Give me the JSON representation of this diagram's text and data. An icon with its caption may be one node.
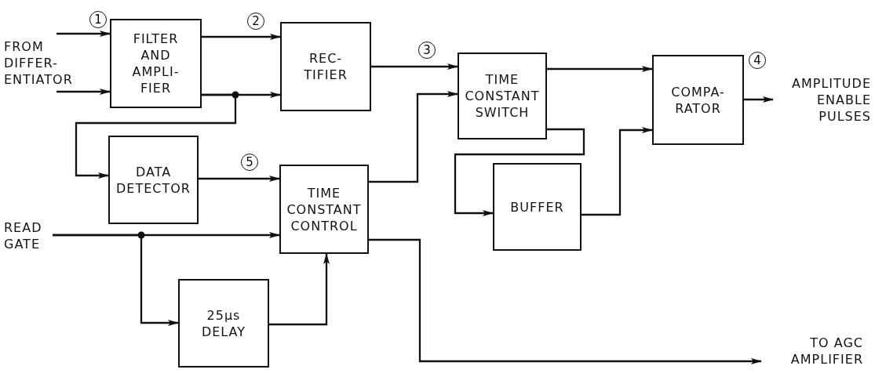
{
  "diagram": {
    "nodes": [
      {
        "text": [
          "FROM DIFFER- ENTIATOR"
        ]
      },
      {
        "text": [
          "FILTER AND AMPLI- FIER"
        ]
      },
      {
        "text": [
          "REC- TIFIER"
        ]
      },
      {
        "text": [
          "TIME CONSTANT SWITCH"
        ]
      },
      {
        "text": [
          "COMPA- RATOR"
        ]
      },
      {
        "text": [
          "AMPLITUDE ENABLE PULSES"
        ]
      },
      {
        "text": [
          "DATA DETECTOR"
        ]
      },
      {
        "text": [
          "TIME CONSTANT CONTROL"
        ]
      },
      {
        "text": [
          "BUFFER"
        ]
      },
      {
        "text": [
          "READ GATE"
        ]
      },
      {
        "text": [
          "25μs DELAY"
        ]
      },
      {
        "text": [
          "TO AGC AMPLIFIER"
        ]
      }
    ],
    "edges": [
      {
        "from": 0,
        "to": 1,
        "arrow": "to"
      },
      {
        "from": 0,
        "to": 1,
        "arrow": "to"
      },
      {
        "from": 1,
        "to": 2,
        "arrow": "to"
      },
      {
        "from": 1,
        "to": 2,
        "arrow": "to"
      },
      {
        "from": 1,
        "to": 6,
        "arrow": "to"
      },
      {
        "from": 2,
        "to": 3,
        "arrow": "to"
      },
      {
        "from": 6,
        "to": 7,
        "arrow": "to"
      },
      {
        "from": 7,
        "to": 3,
        "arrow": "to"
      },
      {
        "from": 3,
        "to": 4,
        "arrow": "to"
      },
      {
        "from": 3,
        "to": 8,
        "arrow": "to"
      },
      {
        "from": 8,
        "to": 4,
        "arrow": "to"
      },
      {
        "from": 4,
        "to": 5,
        "arrow": "to"
      },
      {
        "from": 9,
        "to": 7,
        "arrow": "to"
      },
      {
        "from": 9,
        "to": 10,
        "arrow": "to"
      },
      {
        "from": 10,
        "to": 7,
        "arrow": "to"
      },
      {
        "from": 7,
        "to": 11,
        "arrow": "to"
      }
    ],
    "labels": [
      "1",
      "2",
      "3",
      "4",
      "5"
    ]
  }
}
